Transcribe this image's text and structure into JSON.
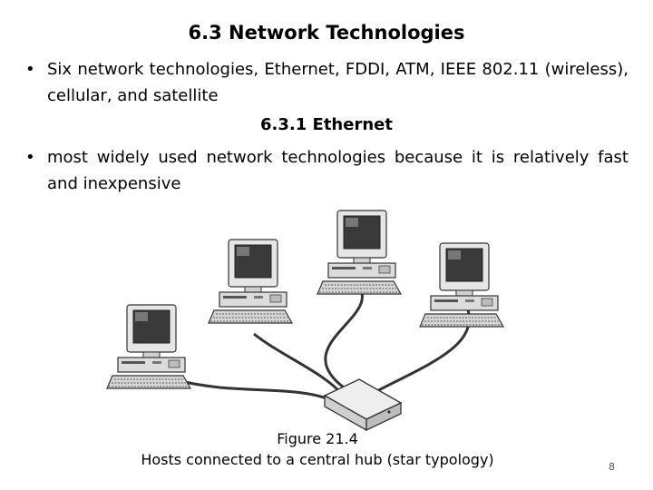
{
  "title": "6.3 Network Technologies",
  "bullets": [
    "Six network technologies, Ethernet, FDDI, ATM, IEEE 802.11 (wireless), cellular, and satellite",
    "most widely used network technologies because it is relatively fast and inexpensive"
  ],
  "subheading": "6.3.1 Ethernet",
  "figure": {
    "caption_line1": "Figure 21.4",
    "caption_line2": "Hosts connected to a central hub (star typology)",
    "icons": [
      "desktop-computer-icon",
      "hub-icon"
    ]
  },
  "page_number": "8"
}
